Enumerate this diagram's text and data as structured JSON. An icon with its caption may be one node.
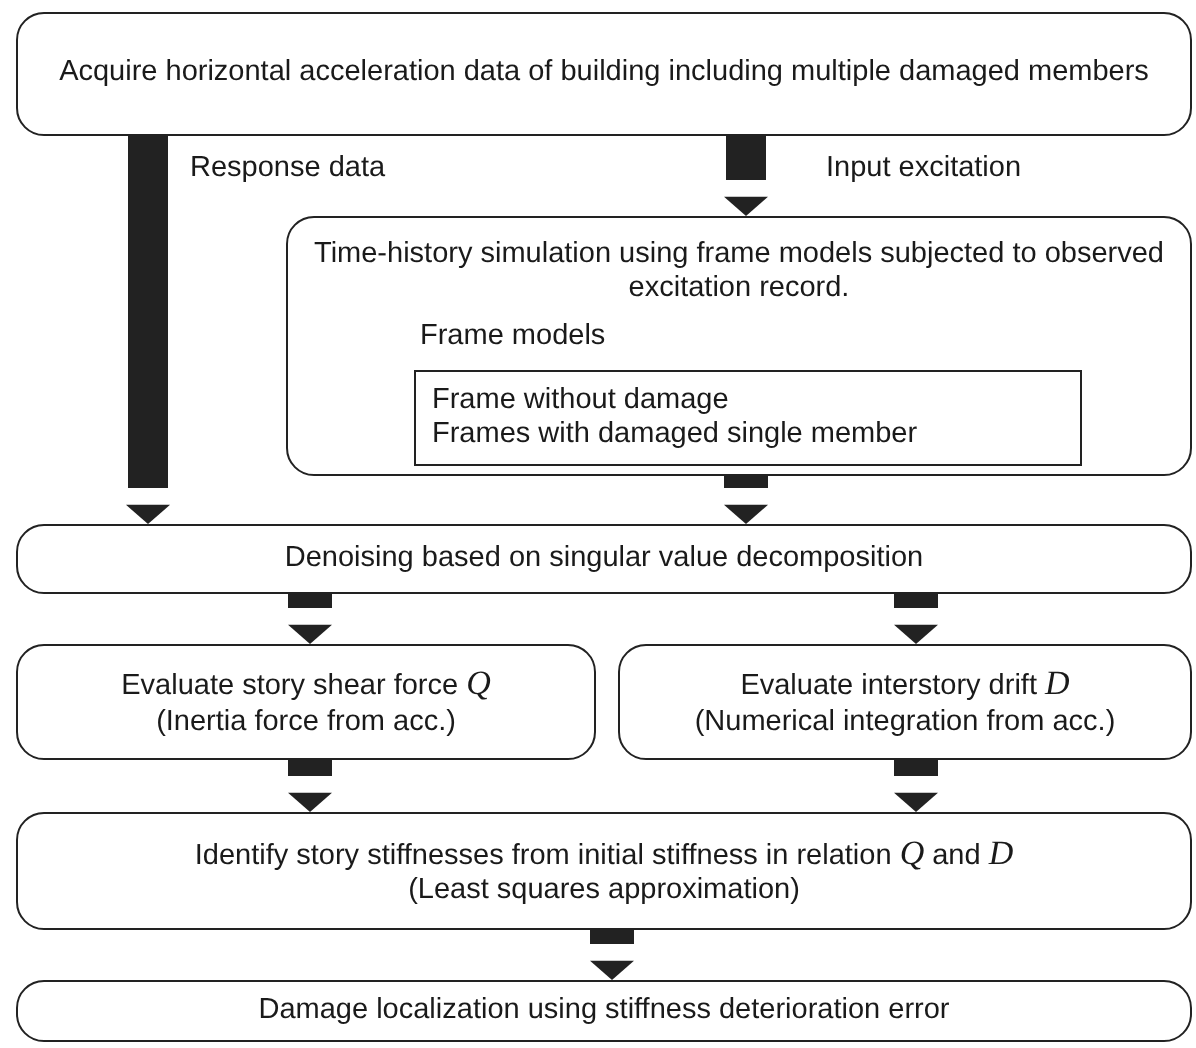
{
  "diagram": {
    "nodes": [
      {
        "text": [
          "Acquire horizontal acceleration data of building including multiple damaged members"
        ]
      },
      {
        "text": [
          "Time-history simulation using frame models subjected to observed excitation record.",
          "Frame models"
        ]
      },
      {
        "text": [
          "Frame without damage",
          "Frames with damaged single member"
        ],
        "in": 1
      },
      {
        "text": [
          "Denoising based on singular value decomposition"
        ]
      },
      {
        "text": [
          "Evaluate story shear force *Q*",
          "(Inertia force from acc.)"
        ]
      },
      {
        "text": [
          "Evaluate interstory drift *D*",
          "(Numerical integration from acc.)"
        ]
      },
      {
        "text": [
          "Identify story stiffnesses from initial stiffness in relation *Q* and *D*",
          "(Least squares approximation)"
        ]
      },
      {
        "text": [
          "Damage localization using stiffness deterioration error"
        ]
      }
    ],
    "edges": [
      {
        "from": 0,
        "to": 3,
        "arrow": "to",
        "label": "Response data"
      },
      {
        "from": 0,
        "to": 1,
        "arrow": "to",
        "label": "Input excitation"
      },
      {
        "from": 1,
        "to": 3,
        "arrow": "to"
      },
      {
        "from": 3,
        "to": 4,
        "arrow": "to"
      },
      {
        "from": 3,
        "to": 5,
        "arrow": "to"
      },
      {
        "from": 4,
        "to": 6,
        "arrow": "to"
      },
      {
        "from": 5,
        "to": 6,
        "arrow": "to"
      },
      {
        "from": 6,
        "to": 7,
        "arrow": "to"
      }
    ]
  }
}
